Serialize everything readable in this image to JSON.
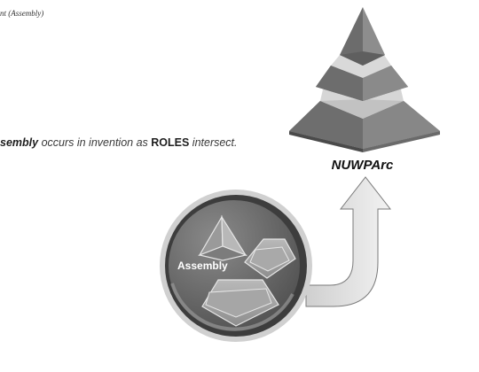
{
  "header": {
    "text": "nt (Assembly)"
  },
  "caption": {
    "bold_start": "sembly",
    "text_middle": " occurs in invention as ",
    "bold_roles": "ROLES",
    "text_end": " intersect."
  },
  "pyramid": {
    "label": "NUWPArc"
  },
  "assembly_disc": {
    "label": "Assembly"
  }
}
